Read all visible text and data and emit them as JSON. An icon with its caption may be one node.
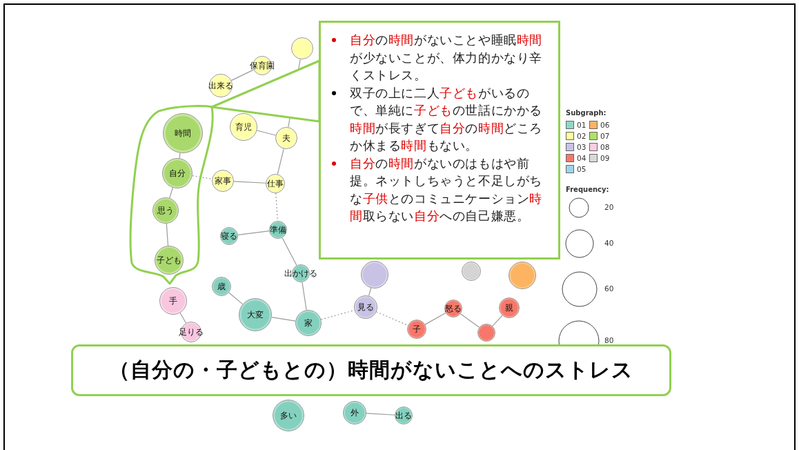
{
  "diagram": {
    "nodes": [
      {
        "text": [
          "**自分**の**時間**がないことや睡眠**時間**が少ないことが、体力的かなり辛くストレス。",
          "双子の上に二人**子ども**がいるので、単純に**子ども**の世話にかかる**時間**が長すぎて**自分**の**時間**どころか休まる**時間**もない。",
          "**自分**の**時間**がないのはもはや前提。ネットしちゃうと不足しがちな**子供**とのコミュニケーション**時間**取らない**自分**への自己嫌悪。"
        ]
      },
      {
        "text": [],
        "shape": "circle"
      },
      {
        "text": [
          "保育園"
        ]
      },
      {
        "text": [
          "出来る"
        ]
      },
      {
        "text": [],
        "shape": "loop"
      },
      {
        "text": [
          "時間"
        ],
        "in": 4
      },
      {
        "text": [
          "自分"
        ],
        "in": 4
      },
      {
        "text": [
          "思う"
        ],
        "in": 4
      },
      {
        "text": [
          "子ども"
        ],
        "in": 4
      },
      {
        "text": [
          "育児"
        ]
      },
      {
        "text": [
          "夫"
        ]
      },
      {
        "text": [
          "家事"
        ]
      },
      {
        "text": [
          "仕事"
        ]
      },
      {
        "text": [
          "寝る"
        ]
      },
      {
        "text": [
          "準備"
        ]
      },
      {
        "text": [],
        "shape": "circle"
      },
      {
        "text": [],
        "shape": "circle"
      },
      {
        "text": [],
        "shape": "circle"
      },
      {
        "text": [
          "出かける"
        ]
      },
      {
        "text": [
          "歳"
        ]
      },
      {
        "text": [
          "手"
        ]
      },
      {
        "text": [
          "見る"
        ]
      },
      {
        "text": [
          "親"
        ]
      },
      {
        "text": [
          "怒る"
        ]
      },
      {
        "text": [
          "大変"
        ]
      },
      {
        "text": [
          "家"
        ]
      },
      {
        "text": [
          "子"
        ]
      },
      {
        "text": [
          "足りる"
        ]
      },
      {
        "text": [],
        "shape": "circle"
      },
      {
        "text": [
          "（自分の・子どもとの）時間がないことへのストレス"
        ]
      },
      {
        "text": [
          "多い"
        ]
      },
      {
        "text": [
          "外"
        ]
      },
      {
        "text": [
          "出る"
        ]
      }
    ],
    "edges": [
      {
        "from": 0,
        "to": 4,
        "arrow": "to",
        "style": "thick",
        "color": "#92d050"
      },
      {
        "from": 3,
        "to": 2,
        "arrow": "none"
      },
      {
        "from": 10,
        "to": 1,
        "arrow": "none"
      },
      {
        "from": 9,
        "to": 10,
        "arrow": "none"
      },
      {
        "from": 10,
        "to": 12,
        "arrow": "none"
      },
      {
        "from": 11,
        "to": 12,
        "arrow": "none"
      },
      {
        "from": 6,
        "to": 11,
        "arrow": "none",
        "style": "dashed"
      },
      {
        "from": 5,
        "to": 6,
        "arrow": "none"
      },
      {
        "from": 6,
        "to": 7,
        "arrow": "none"
      },
      {
        "from": 7,
        "to": 8,
        "arrow": "none"
      },
      {
        "from": 12,
        "to": 14,
        "arrow": "none",
        "style": "dashed"
      },
      {
        "from": 13,
        "to": 14,
        "arrow": "none"
      },
      {
        "from": 14,
        "to": 18,
        "arrow": "none"
      },
      {
        "from": 18,
        "to": 25,
        "arrow": "none"
      },
      {
        "from": 19,
        "to": 24,
        "arrow": "none"
      },
      {
        "from": 24,
        "to": 25,
        "arrow": "none"
      },
      {
        "from": 25,
        "to": 21,
        "arrow": "none",
        "style": "dashed"
      },
      {
        "from": 21,
        "to": 15,
        "arrow": "none"
      },
      {
        "from": 21,
        "to": 26,
        "arrow": "none",
        "style": "dashed"
      },
      {
        "from": 26,
        "to": 23,
        "arrow": "none"
      },
      {
        "from": 23,
        "to": 28,
        "arrow": "none"
      },
      {
        "from": 22,
        "to": 28,
        "arrow": "none"
      },
      {
        "from": 20,
        "to": 27,
        "arrow": "none"
      },
      {
        "from": 31,
        "to": 32,
        "arrow": "none"
      }
    ],
    "labels": [
      "Subgraph:",
      "Frequency:",
      "20",
      "40",
      "60",
      "80"
    ],
    "legend": [
      {
        "text": "01",
        "color": "#8fd8c8"
      },
      {
        "text": "02",
        "color": "#ffff99"
      },
      {
        "text": "03",
        "color": "#c9c3e6"
      },
      {
        "text": "04",
        "color": "#f7796b"
      },
      {
        "text": "05",
        "color": "#9fd3e8"
      },
      {
        "text": "06",
        "color": "#fdb462"
      },
      {
        "text": "07",
        "color": "#b3de69"
      },
      {
        "text": "08",
        "color": "#fccde5"
      },
      {
        "text": "09",
        "color": "#d9d9d9"
      }
    ]
  }
}
